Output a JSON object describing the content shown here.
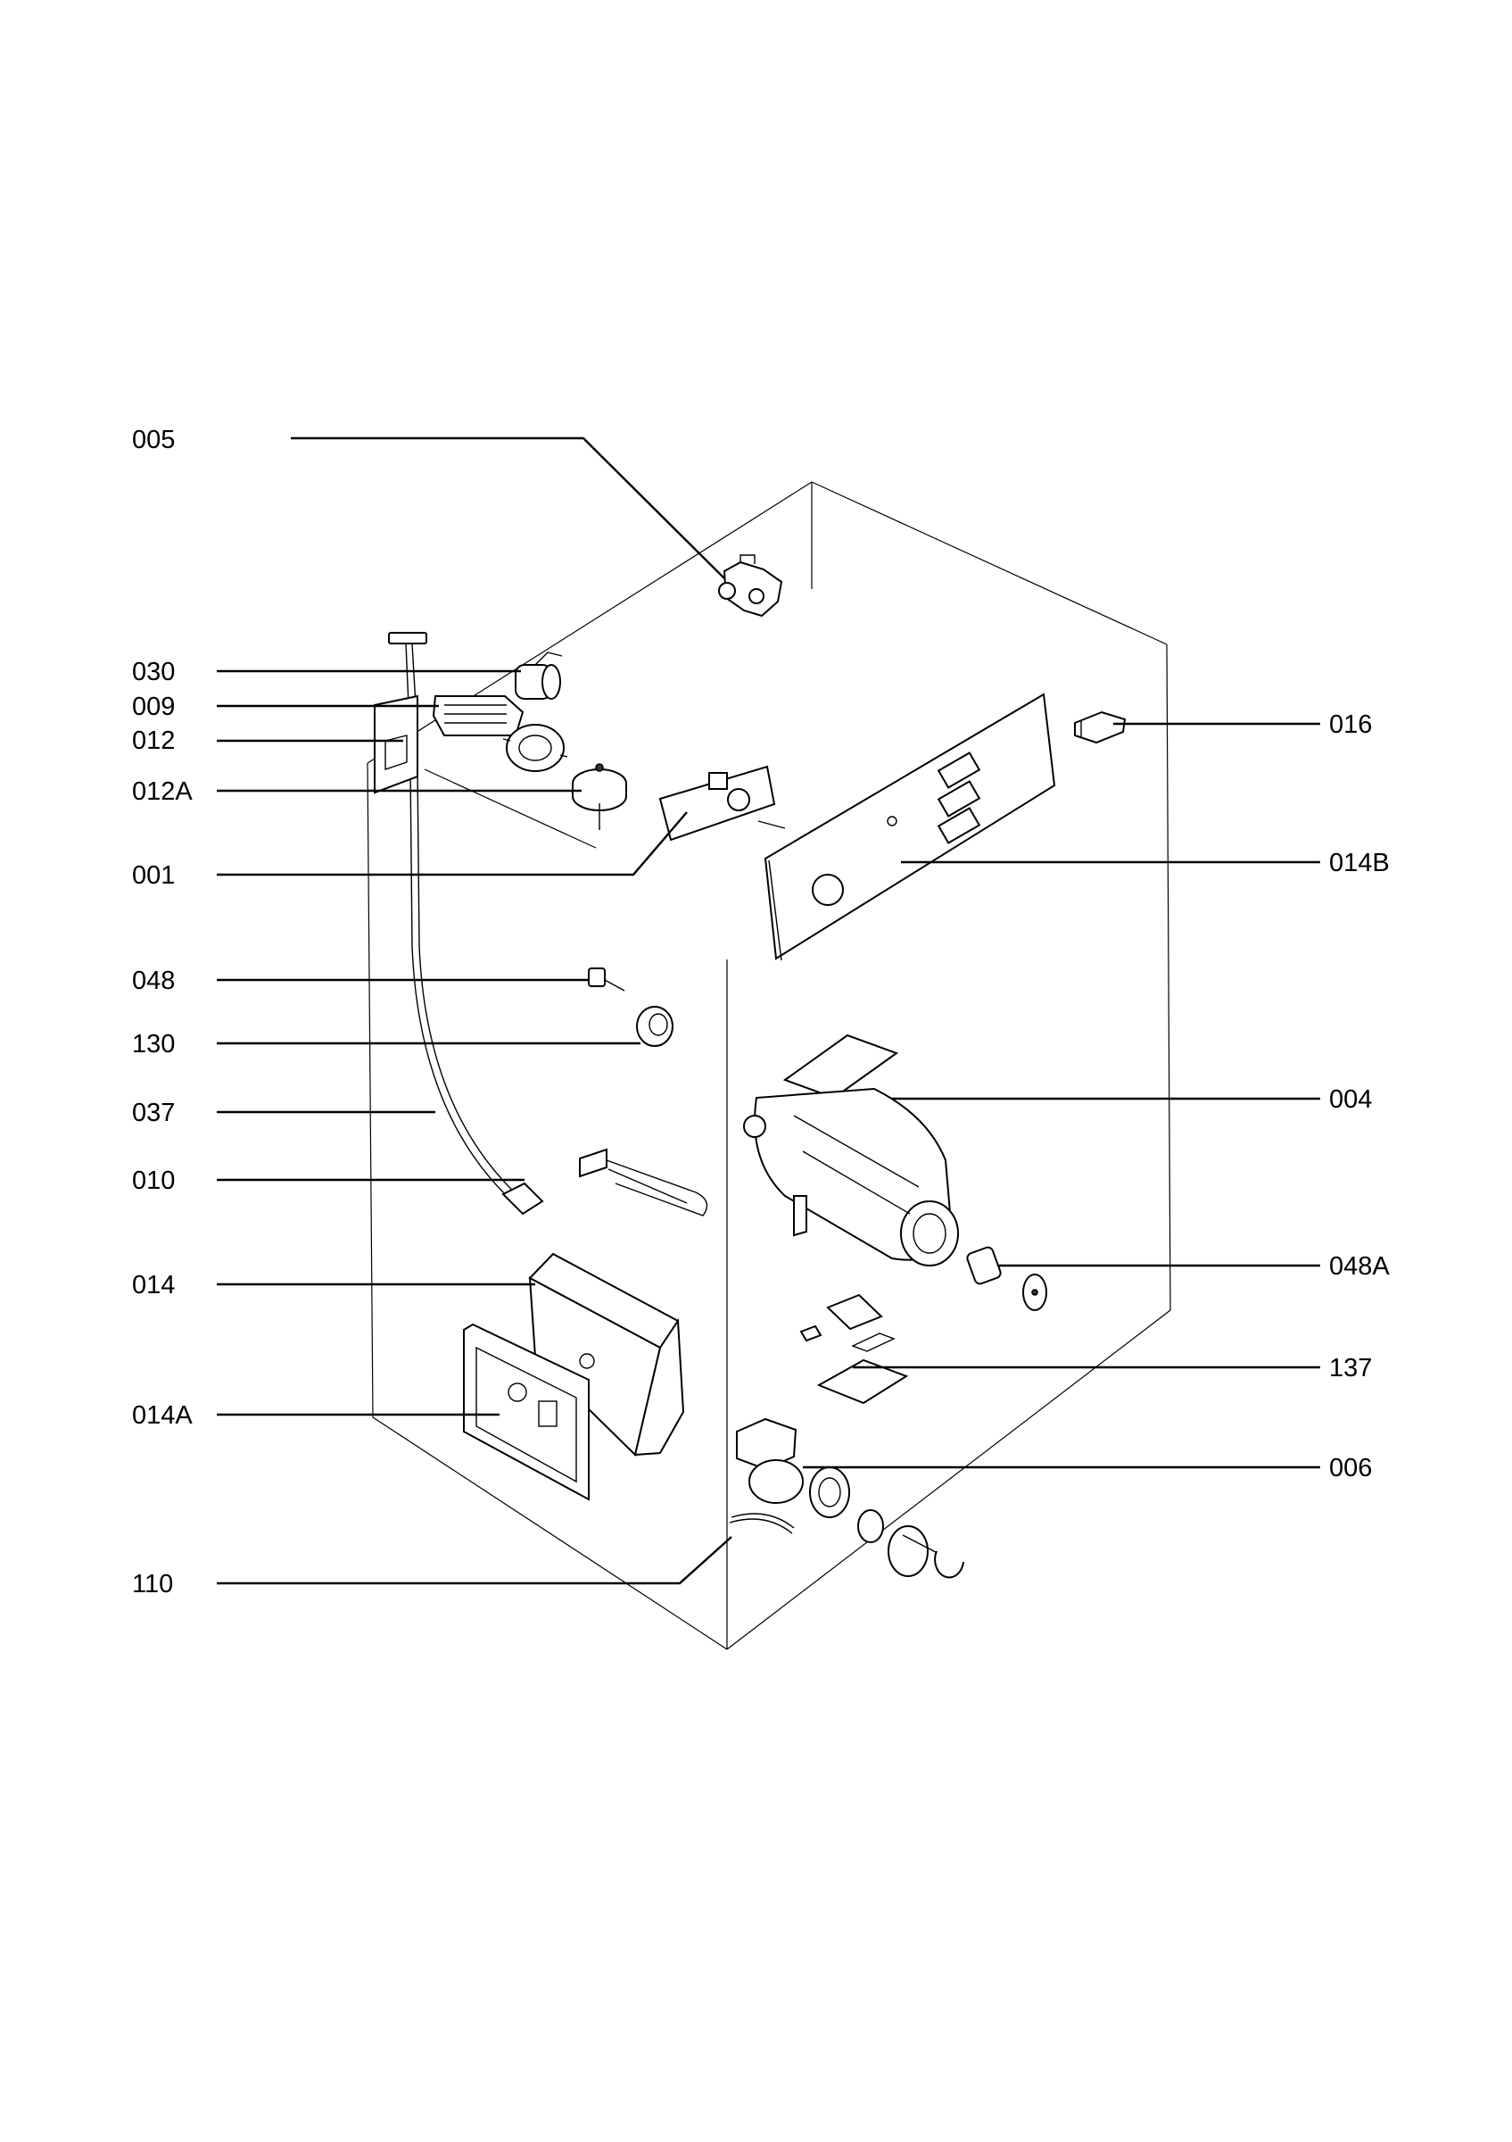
{
  "labels": {
    "l005": "005",
    "l030": "030",
    "l009": "009",
    "l012": "012",
    "l012A": "012A",
    "l001": "001",
    "l048": "048",
    "l130": "130",
    "l037": "037",
    "l010": "010",
    "l014": "014",
    "l014A": "014A",
    "l110": "110",
    "l016": "016",
    "l014B": "014B",
    "l004": "004",
    "l048A": "048A",
    "l137": "137",
    "l006": "006"
  }
}
